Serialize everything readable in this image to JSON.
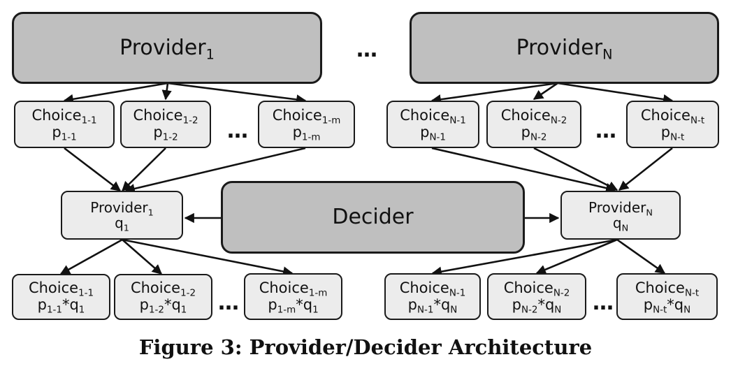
{
  "providers_top": [
    {
      "label": "Provider",
      "sub": "1"
    },
    {
      "label": "Provider",
      "sub": "N"
    }
  ],
  "top_ellipsis": "…",
  "choices_top_left": [
    {
      "label": "Choice",
      "sub": "1-1",
      "p": "p",
      "psub": "1-1"
    },
    {
      "label": "Choice",
      "sub": "1-2",
      "p": "p",
      "psub": "1-2"
    },
    {
      "label": "Choice",
      "sub": "1-m",
      "p": "p",
      "psub": "1-m"
    }
  ],
  "choices_top_right": [
    {
      "label": "Choice",
      "sub": "N-1",
      "p": "p",
      "psub": "N-1"
    },
    {
      "label": "Choice",
      "sub": "N-2",
      "p": "p",
      "psub": "N-2"
    },
    {
      "label": "Choice",
      "sub": "N-t",
      "p": "p",
      "psub": "N-t"
    }
  ],
  "row_ellipsis": "…",
  "decider": "Decider",
  "providers_mid": [
    {
      "label": "Provider",
      "sub": "1",
      "q": "q",
      "qsub": "1"
    },
    {
      "label": "Provider",
      "sub": "N",
      "q": "q",
      "qsub": "N"
    }
  ],
  "choices_bottom_left": [
    {
      "label": "Choice",
      "sub": "1-1",
      "p": "p",
      "psub": "1-1",
      "times": "*",
      "q": "q",
      "qsub": "1"
    },
    {
      "label": "Choice",
      "sub": "1-2",
      "p": "p",
      "psub": "1-2",
      "times": "*",
      "q": "q",
      "qsub": "1"
    },
    {
      "label": "Choice",
      "sub": "1-m",
      "p": "p",
      "psub": "1-m",
      "times": "*",
      "q": "q",
      "qsub": "1"
    }
  ],
  "choices_bottom_right": [
    {
      "label": "Choice",
      "sub": "N-1",
      "p": "p",
      "psub": "N-1",
      "times": "*",
      "q": "q",
      "qsub": "N"
    },
    {
      "label": "Choice",
      "sub": "N-2",
      "p": "p",
      "psub": "N-2",
      "times": "*",
      "q": "q",
      "qsub": "N"
    },
    {
      "label": "Choice",
      "sub": "N-t",
      "p": "p",
      "psub": "N-t",
      "times": "*",
      "q": "q",
      "qsub": "N"
    }
  ],
  "caption": "Figure 3: Provider/Decider Architecture"
}
